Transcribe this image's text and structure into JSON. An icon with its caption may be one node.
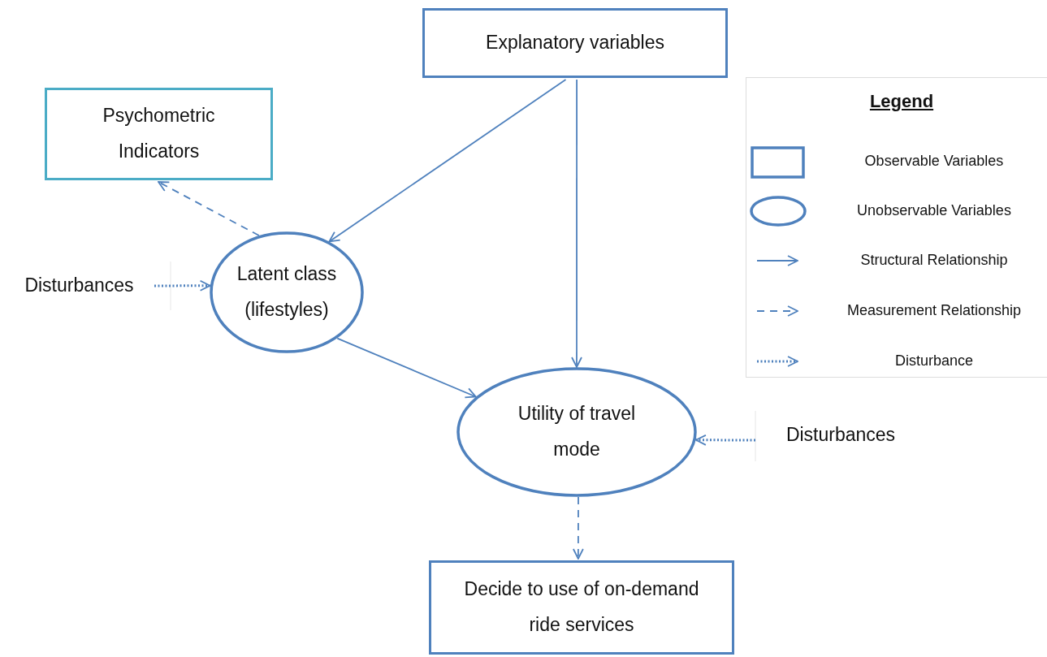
{
  "diagram": {
    "nodes": [
      {
        "text": [
          "Explanatory variables"
        ]
      },
      {
        "text": [
          "Psychometric Indicators"
        ]
      },
      {
        "text": [
          "Disturbances"
        ]
      },
      {
        "text": [
          "Latent class (lifestyles)"
        ]
      },
      {
        "text": [
          "Utility of travel mode"
        ]
      },
      {
        "text": [
          "Disturbances"
        ]
      },
      {
        "text": [
          "Decide to use of on-demand ride services"
        ]
      }
    ],
    "edges": [
      {
        "from": 0,
        "to": 3,
        "arrow": "to"
      },
      {
        "from": 0,
        "to": 4,
        "arrow": "to"
      },
      {
        "from": 3,
        "to": 1,
        "arrow": "to",
        "style": "dashed"
      },
      {
        "from": 2,
        "to": 3,
        "arrow": "to",
        "style": "dashed"
      },
      {
        "from": 3,
        "to": 4,
        "arrow": "to"
      },
      {
        "from": 5,
        "to": 4,
        "arrow": "to",
        "style": "dashed"
      },
      {
        "from": 4,
        "to": 6,
        "arrow": "to",
        "style": "dashed"
      }
    ],
    "labels": [
      "Legend"
    ],
    "legend": [
      {
        "text": "Observable Variables"
      },
      {
        "text": "Unobservable Variables"
      },
      {
        "text": "Structural Relationship"
      },
      {
        "text": "Measurement Relationship"
      },
      {
        "text": "Disturbance"
      }
    ]
  }
}
